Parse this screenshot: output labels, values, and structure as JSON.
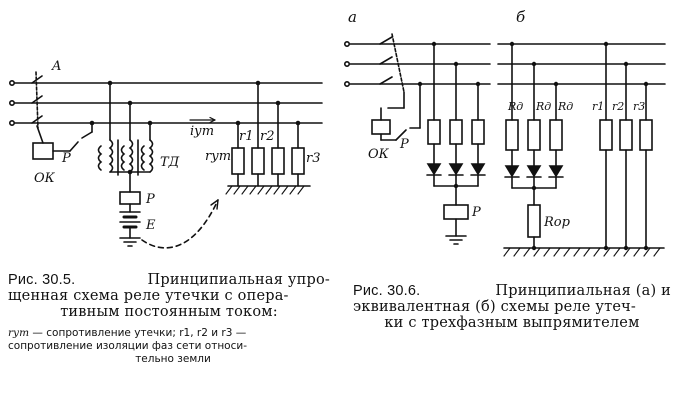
{
  "left_diagram": {
    "labels": {
      "switch": "A",
      "relay_ok": "ОК",
      "contact_p": "Р",
      "transformer": "ТД",
      "current": "iут",
      "r_leak": "rут",
      "r1": "r1",
      "r2": "r2",
      "r3": "r3",
      "relay_p": "Р",
      "source": "Е"
    }
  },
  "right_diagram": {
    "labels": {
      "panel_a": "а",
      "panel_b": "б",
      "relay_ok": "ОК",
      "contact_p": "Р",
      "relay_p": "Р",
      "rd1": "Rд",
      "rd2": "Rд",
      "rd3": "Rд",
      "r_op": "Rор",
      "r1": "r1",
      "r2": "r2",
      "r3": "r3"
    }
  },
  "captions": {
    "fig1_prefix": "Рис. 30.5.",
    "fig1_line1": "Принципиальная упро-",
    "fig1_line2": "щенная схема реле утечки с опера-",
    "fig1_line3": "тивным постоянным током:",
    "fig1_note_line1_sym": "rут",
    "fig1_note_line1": " — сопротивление утечки;  r1,  r2 и  r3 —",
    "fig1_note_line2": "сопротивление изоляции фаз сети относи-",
    "fig1_note_line3": "тельно земли",
    "fig2_prefix": "Рис. 30.6.",
    "fig2_line1": "Принципиальная  (а)  и",
    "fig2_line2": "эквивалентная (б) схемы реле утеч-",
    "fig2_line3": "ки с трехфазным выпрямителем"
  }
}
